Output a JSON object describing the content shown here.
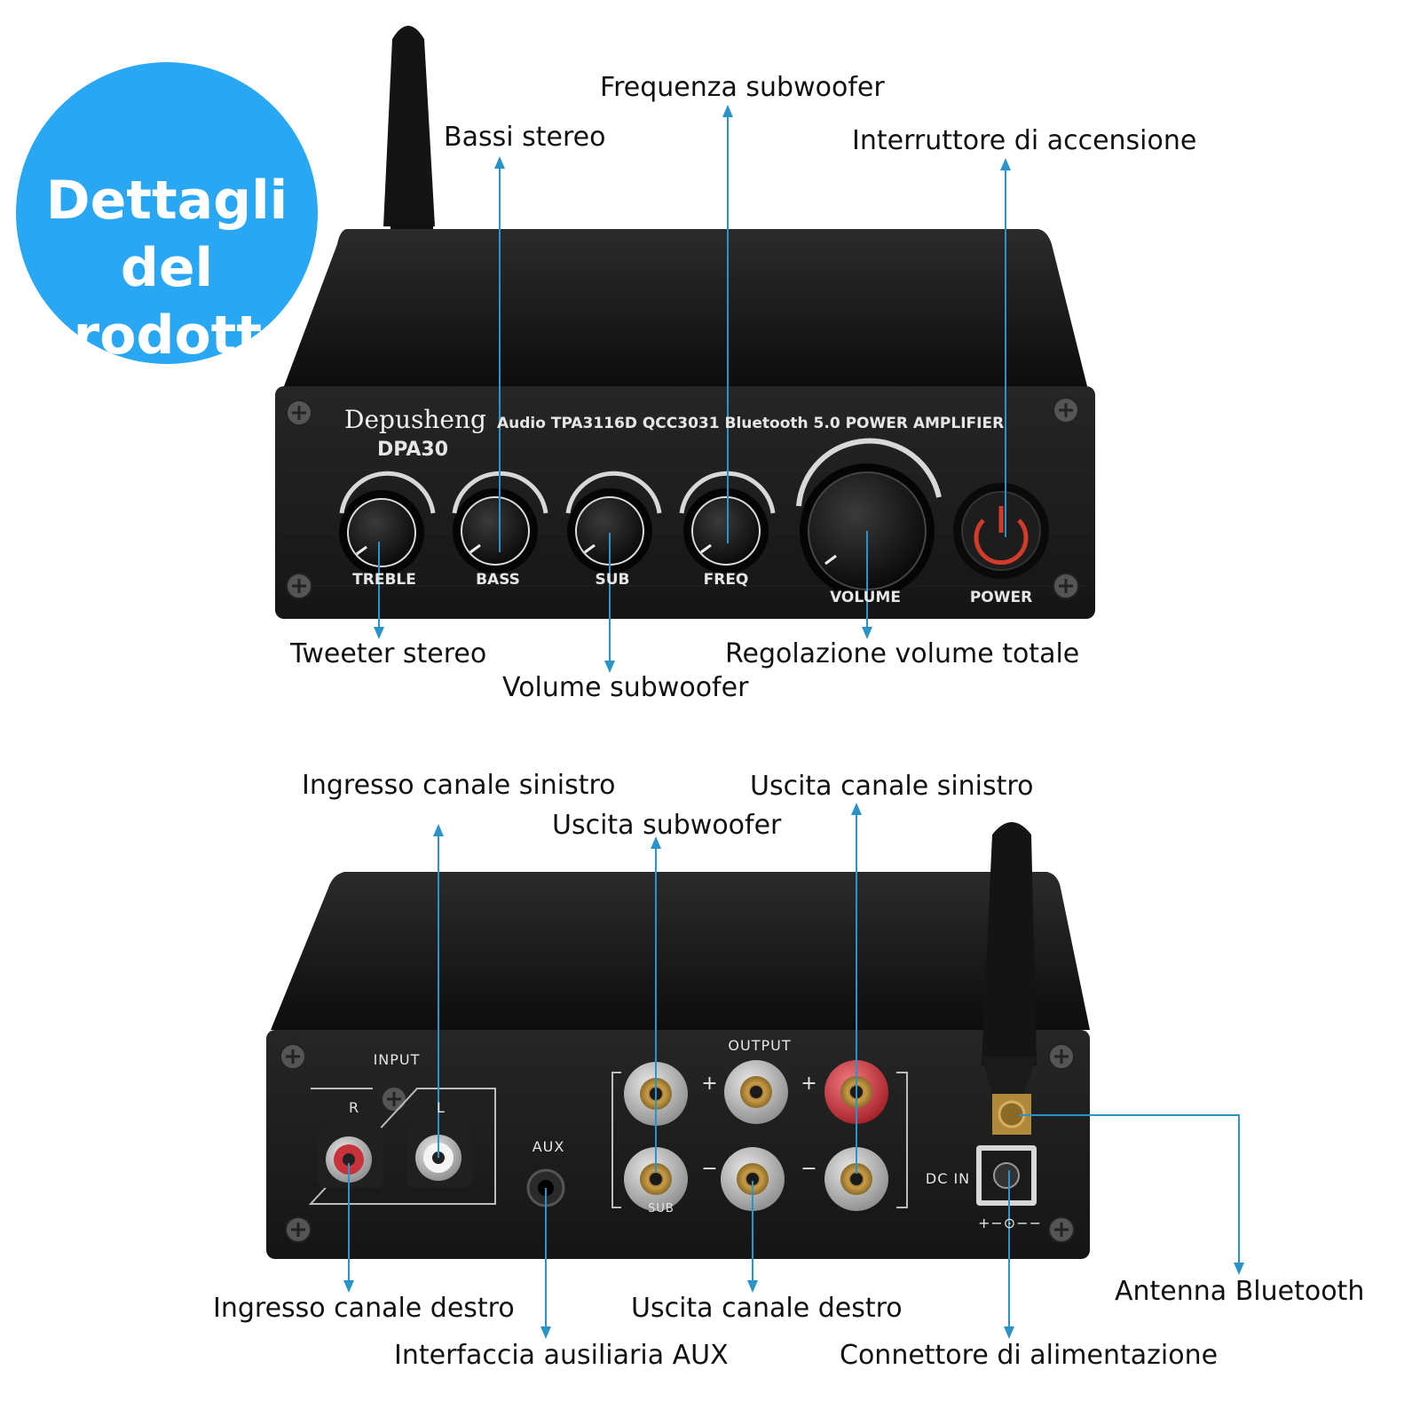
{
  "badge": {
    "text": "Dettagli del prodotto",
    "color": "#2aa7f3"
  },
  "front_panel": {
    "brand": "Depusheng",
    "model": "DPA30",
    "subtitle": "Audio TPA3116D QCC3031 Bluetooth 5.0 POWER AMPLIFIER",
    "knobs": [
      "TREBLE",
      "BASS",
      "SUB",
      "FREQ",
      "VOLUME"
    ],
    "power_label": "POWER",
    "power_color": "#d23a2a"
  },
  "rear_panel": {
    "input_label": "INPUT",
    "input_r": "R",
    "input_l": "L",
    "aux_label": "AUX",
    "output_label": "OUTPUT",
    "plus": "+",
    "minus": "−",
    "sub_label": "SUB",
    "dc_label": "DC IN",
    "polarity": "+−⊙−−"
  },
  "callouts": {
    "bassi_stereo": "Bassi stereo",
    "frequenza_subwoofer": "Frequenza subwoofer",
    "interruttore": "Interruttore di accensione",
    "tweeter_stereo": "Tweeter stereo",
    "volume_subwoofer": "Volume subwoofer",
    "regolazione_volume": "Regolazione volume totale",
    "ingresso_sinistro": "Ingresso canale sinistro",
    "uscita_subwoofer": "Uscita subwoofer",
    "uscita_sinistro": "Uscita canale sinistro",
    "ingresso_destro": "Ingresso canale destro",
    "interfaccia_aux": "Interfaccia ausiliaria AUX",
    "uscita_destro": "Uscita canale destro",
    "connettore": "Connettore di alimentazione",
    "antenna": "Antenna Bluetooth"
  },
  "colors": {
    "leader": "#2a93c8",
    "chassis": "#1a1a1a",
    "red_terminal": "#c8323a"
  }
}
